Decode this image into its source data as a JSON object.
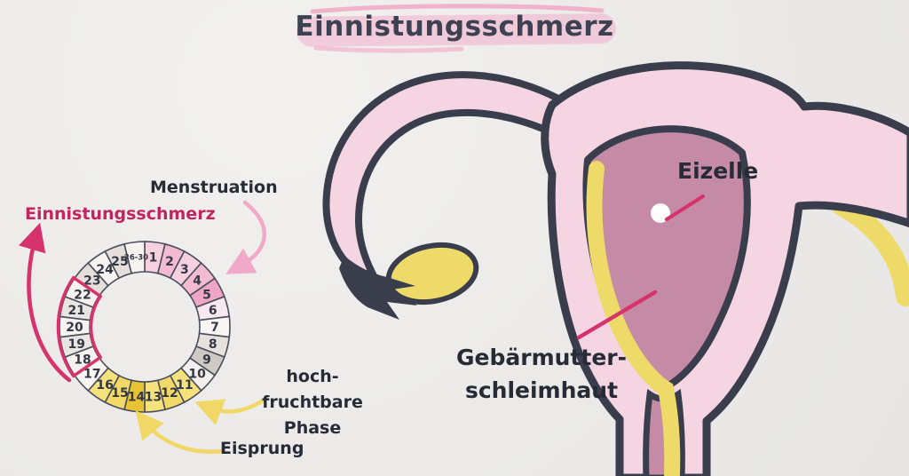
{
  "background": "#ebeae8",
  "title": {
    "text": "Einnistungsschmerz",
    "highlight_color": "#f1a7c5"
  },
  "calendar": {
    "labels": {
      "menstruation": "Menstruation",
      "implantation": "Einnistungsschmerz",
      "fertile_line1": "hoch-fruchtbare",
      "fertile_line2": "Phase",
      "ovulation": "Eisprung"
    },
    "label_colors": {
      "implantation": "#c2255e",
      "default": "#262b36"
    },
    "arrow_colors": {
      "menstruation": "#f0a9c6",
      "implantation": "#d6336c",
      "fertile": "#f1d765",
      "ovulation": "#f1d765"
    },
    "implantation_outline": {
      "color": "#d6336c",
      "from_day": 18,
      "to_day": 22
    },
    "days": [
      {
        "label": "1",
        "fill": "#f6d0df"
      },
      {
        "label": "2",
        "fill": "#f3bad2"
      },
      {
        "label": "3",
        "fill": "#f6d0df"
      },
      {
        "label": "4",
        "fill": "#f3bad2"
      },
      {
        "label": "5",
        "fill": "#efa5c5"
      },
      {
        "label": "6",
        "fill": "#f7e9ef"
      },
      {
        "label": "7",
        "fill": "#f8f5f2"
      },
      {
        "label": "8",
        "fill": "#e6e1dd"
      },
      {
        "label": "9",
        "fill": "#cfc9c4"
      },
      {
        "label": "10",
        "fill": "#f2efec"
      },
      {
        "label": "11",
        "fill": "#f6e27c"
      },
      {
        "label": "12",
        "fill": "#f3d968"
      },
      {
        "label": "13",
        "fill": "#f6e27c"
      },
      {
        "label": "14",
        "fill": "#e8c434"
      },
      {
        "label": "15",
        "fill": "#f3d968"
      },
      {
        "label": "16",
        "fill": "#f6e27c"
      },
      {
        "label": "17",
        "fill": "#f8f5f2"
      },
      {
        "label": "18",
        "fill": "#f5f2ef"
      },
      {
        "label": "19",
        "fill": "#e9e5e1"
      },
      {
        "label": "20",
        "fill": "#f5f2ef"
      },
      {
        "label": "21",
        "fill": "#e9e5e1"
      },
      {
        "label": "22",
        "fill": "#f5f2ef"
      },
      {
        "label": "23",
        "fill": "#e4dfdb"
      },
      {
        "label": "24",
        "fill": "#f6f3f0"
      },
      {
        "label": "25",
        "fill": "#e4dfdb"
      },
      {
        "label": "26-30",
        "fill": "#f6f3f0",
        "small": true
      }
    ]
  },
  "anatomy": {
    "labels": {
      "egg": "Eizelle",
      "lining_line1": "Gebärmutter-",
      "lining_line2": "schleimhaut"
    },
    "colors": {
      "outline": "#3a3e4c",
      "body": "#f5d5e1",
      "cavity": "#c58aa5",
      "lining": "#eeda69",
      "pointer": "#d6336c",
      "egg": "#fdfdfb"
    }
  }
}
